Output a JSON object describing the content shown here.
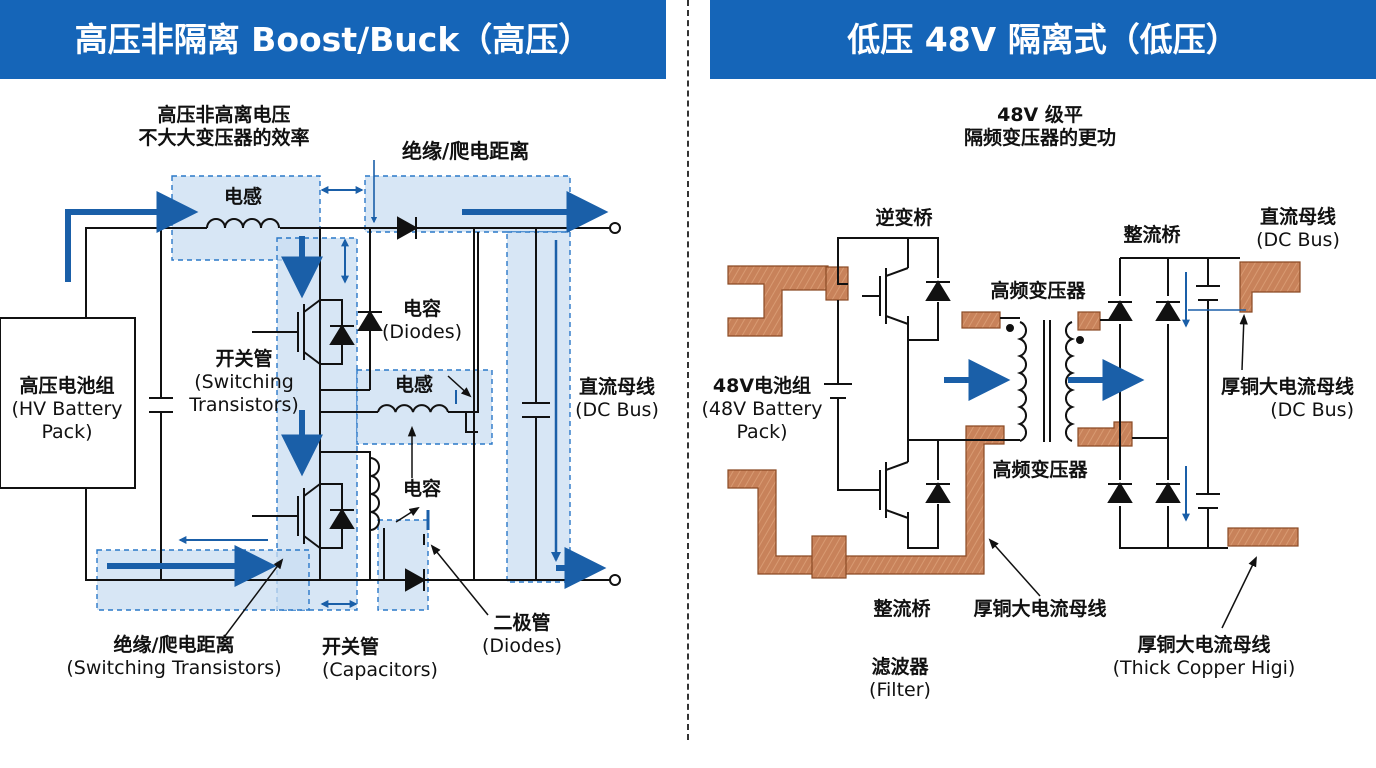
{
  "left_panel": {
    "title": "高压非隔离 Boost/Buck（高压）",
    "note_line1": "高压非高离电压",
    "note_line2": "不大大变压器的效率",
    "creepage_top": "绝缘/爬电距离",
    "inductor_top": "电感",
    "capacitor_diodes_1": "电容",
    "capacitor_diodes_2": "(Diodes)",
    "switch_1": "开关管",
    "switch_2": "(Switching",
    "switch_3": "Transistors)",
    "inductor_mid": "电感",
    "capacitor_mid": "电容",
    "battery_1": "高压电池组",
    "battery_2": "(HV Battery",
    "battery_3": "Pack)",
    "dcbus_1": "直流母线",
    "dcbus_2": "(DC Bus)",
    "creepage_bottom_1": "绝缘/爬电距离",
    "creepage_bottom_2": "(Switching Transistors)",
    "switch_bottom_1": "开关管",
    "switch_bottom_2": "(Capacitors)",
    "diode_1": "二极管",
    "diode_2": "(Diodes)"
  },
  "right_panel": {
    "title": "低压 48V 隔离式（低压）",
    "note_line1": "48V 级平",
    "note_line2": "隔频变压器的更功",
    "inverter_bridge": "逆变桥",
    "rectifier_bridge_top": "整流桥",
    "dcbus_top_1": "直流母线",
    "dcbus_top_2": "(DC Bus)",
    "hf_transformer_top": "高频变压器",
    "battery_1": "48V电池组",
    "battery_2": "(48V Battery",
    "battery_3": "Pack)",
    "busbar_right_1": "厚铜大电流母线",
    "busbar_right_2": "(DC Bus)",
    "hf_transformer_bottom": "高频变压器",
    "rectifier_bottom": "整流桥",
    "busbar_bottom": "厚铜大电流母线",
    "filter_1": "滤波器",
    "filter_2": "(Filter)",
    "busbar_bottom_right_1": "厚铜大电流母线",
    "busbar_bottom_right_2": "(Thick Copper Higi)"
  },
  "colors": {
    "banner": "#1565b8",
    "arrow": "#1a5fa8",
    "highlight": "#c9ddf2",
    "copper": "#c8825a",
    "wire": "#111111"
  }
}
